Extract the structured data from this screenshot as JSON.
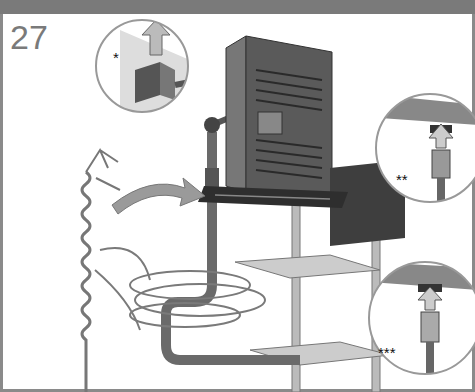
{
  "diagram": {
    "labels": [
      "27",
      "*",
      "**",
      "***"
    ]
  }
}
